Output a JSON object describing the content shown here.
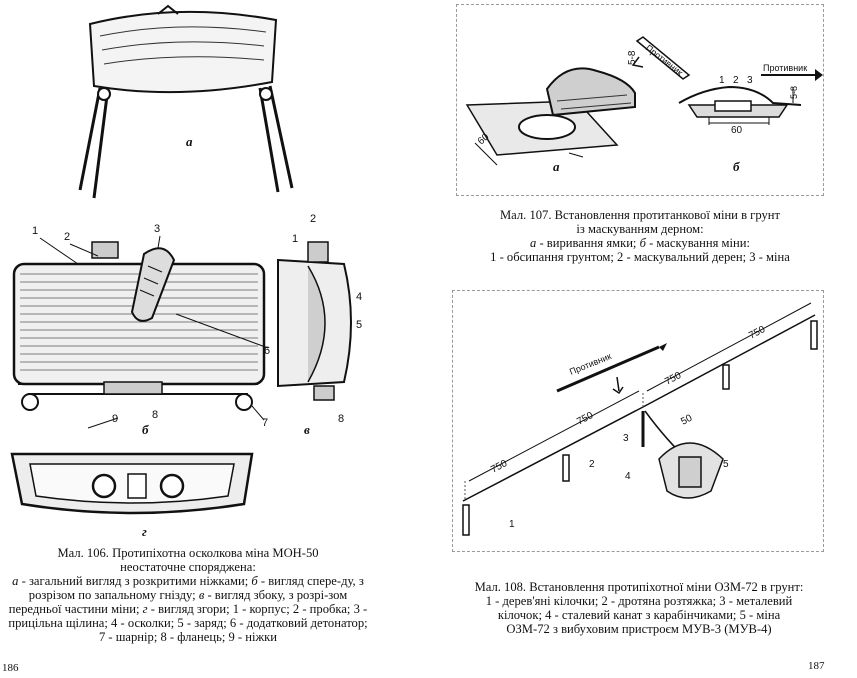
{
  "page": {
    "left_number": "186",
    "right_number": "187"
  },
  "fig106": {
    "view_labels": {
      "a": "а",
      "b": "б",
      "v": "в",
      "g": "г"
    },
    "part_numbers": [
      "1",
      "2",
      "3",
      "6",
      "9",
      "8",
      "7",
      "2",
      "1",
      "4",
      "5",
      "8"
    ],
    "caption": {
      "line1": "Мал. 106. Протипіхотна осколкова міна МОН-50",
      "line2": "неостаточне споряджена:",
      "a": "а",
      "t1": " - загальний вигляд з розкритими ніжками; ",
      "b": "б",
      "t2": " - вигляд спере-ду, з розрізом по запальному гнізду; ",
      "v": "в",
      "t3": " - вигляд збоку, з розрі-зом передньої частини міни; ",
      "g": "г",
      "t4": " - вигляд згори; 1 - корпус; 2 - пробка; 3 - прицільна щілина; 4 - осколки; 5 - заряд; 6 - додатковий детонатор; 7 - шарнір; 8 - фланець; 9 - ніжки"
    }
  },
  "fig107": {
    "view_labels": {
      "a": "а",
      "b": "б"
    },
    "enemy_label": "Противник",
    "dims": {
      "d60a": "60",
      "d58a": "5-8",
      "d60b": "60",
      "d58b": "5-8"
    },
    "part_numbers": [
      "1",
      "2",
      "3"
    ],
    "caption": {
      "line1": "Мал. 107. Встановлення протитанкової міни в грунт",
      "line2": "із маскуванням дерном:",
      "a": "а",
      "t1": " - виривання ямки; ",
      "b": "б",
      "t2": " - маскування міни:",
      "line4": "1 - обсипання грунтом; 2 - маскувальний дерен; 3 - міна"
    }
  },
  "fig108": {
    "enemy_label": "Противник",
    "dims": [
      "750",
      "750",
      "750",
      "750",
      "50"
    ],
    "part_numbers": [
      "1",
      "2",
      "3",
      "4",
      "5"
    ],
    "caption": {
      "line1": "Мал. 108. Встановлення протипіхотної міни ОЗМ-72 в грунт:",
      "line2": "1 - дерев'яні кілочки; 2 - дротяна розтяжка; 3 - металевий",
      "line3": "кілочок; 4 - сталевий канат з карабінчиками; 5 - міна",
      "line4": "ОЗМ-72 з вибуховим пристроєм МУВ-3 (МУВ-4)"
    }
  }
}
